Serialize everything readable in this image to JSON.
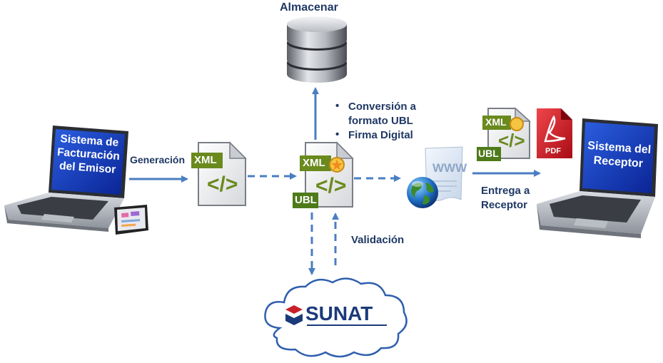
{
  "colors": {
    "arrow": "#4a7ec2",
    "label_text": "#1f3864",
    "screen_blue": "#1036b8",
    "xml_green": "#6a8a1e",
    "ubl_green": "#4f7a1a",
    "pdf_red": "#c8141c",
    "sunat_blue": "#1b3a7a",
    "sunat_red": "#c8202a"
  },
  "labels": {
    "almacenar": "Almacenar",
    "generacion": "Generación",
    "conversion_bullet_1": "Conversión a formato UBL",
    "conversion_bullet_2": "Firma Digital",
    "entrega": "Entrega a Receptor",
    "validacion": "Validación"
  },
  "emisor": {
    "screen_text": "Sistema de Facturación del Emisor"
  },
  "receptor": {
    "screen_text": "Sistema del Receptor"
  },
  "files": {
    "xml_tag": "XML",
    "ubl_tag": "UBL",
    "code_glyph": "</>",
    "pdf_tag": "PDF",
    "www_text": "WWW"
  },
  "sunat": {
    "logo_text": "SUNAT"
  },
  "icons": [
    "laptop-icon",
    "tablet-icon",
    "database-icon",
    "xml-file-icon",
    "signed-xml-file-icon",
    "globe-icon",
    "web-page-icon",
    "pdf-icon",
    "cloud-icon",
    "sunat-logo"
  ]
}
